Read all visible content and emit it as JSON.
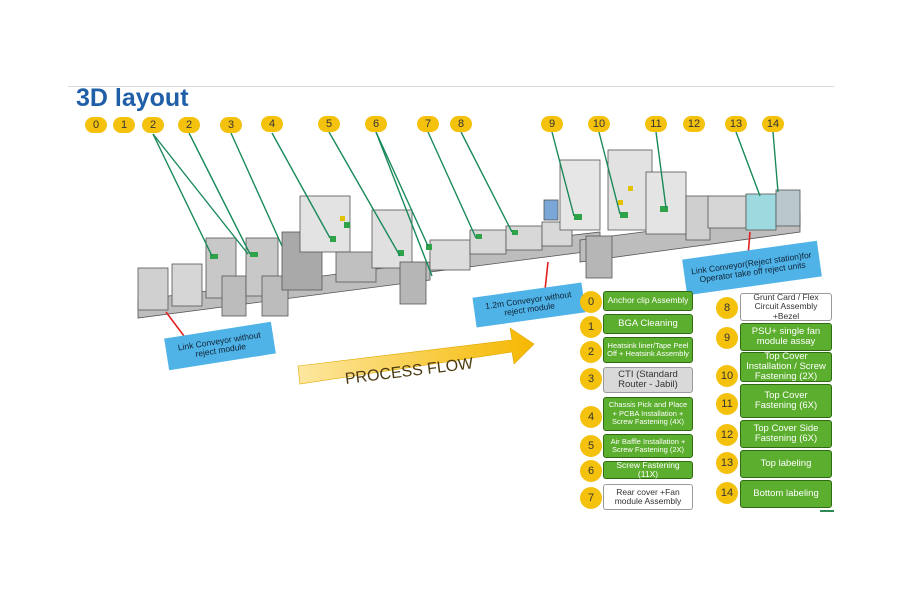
{
  "title": "3D layout",
  "flow_label": "PROCESS FLOW",
  "top_numbers": [
    "0",
    "1",
    "2",
    "2",
    "3",
    "4",
    "5",
    "6",
    "7",
    "8",
    "9",
    "10",
    "11",
    "12",
    "13",
    "14"
  ],
  "callouts": {
    "link_left": "Link Conveyor  without reject module",
    "conveyor_mid": "1.2m Conveyor  without reject module",
    "link_right": "Link Conveyor(Reject station)for Operator take off reject units"
  },
  "legend_left": [
    {
      "num": "0",
      "label": "Anchor clip Assembly",
      "color": "green"
    },
    {
      "num": "1",
      "label": "BGA Cleaning",
      "color": "green"
    },
    {
      "num": "2",
      "label": "Heatsink liner/Tape Peel Off + Heatsink Assembly",
      "color": "green"
    },
    {
      "num": "3",
      "label": "CTI (Standard Router - Jabil)",
      "color": "grey"
    },
    {
      "num": "4",
      "label": "Chassis Pick and Place + PCBA Installation + Screw Fastening (4X)",
      "color": "green"
    },
    {
      "num": "5",
      "label": "Air Baffle Installation + Screw Fastening (2X)",
      "color": "green"
    },
    {
      "num": "6",
      "label": "Screw Fastening (11X)",
      "color": "green"
    },
    {
      "num": "7",
      "label": "Rear cover +Fan module Assembly",
      "color": "white"
    }
  ],
  "legend_right": [
    {
      "num": "8",
      "label": "Grunt Card / Flex Circuit Assembly +Bezel",
      "color": "white"
    },
    {
      "num": "9",
      "label": "PSU+ single fan module assay",
      "color": "green"
    },
    {
      "num": "10",
      "label": "Top Cover Installation / Screw Fastening (2X)",
      "color": "green"
    },
    {
      "num": "11",
      "label": "Top Cover Fastening (6X)",
      "color": "green"
    },
    {
      "num": "12",
      "label": "Top Cover Side Fastening (6X)",
      "color": "green"
    },
    {
      "num": "13",
      "label": "Top labeling",
      "color": "green"
    },
    {
      "num": "14",
      "label": "Bottom labeling",
      "color": "green"
    }
  ],
  "colors": {
    "title": "#1f5fa8",
    "badge": "#f4c20d",
    "green_box": "#5cae2e",
    "callout": "#4fb3e8",
    "arrow": "#f5b800",
    "leader": "#1a8a5a"
  }
}
